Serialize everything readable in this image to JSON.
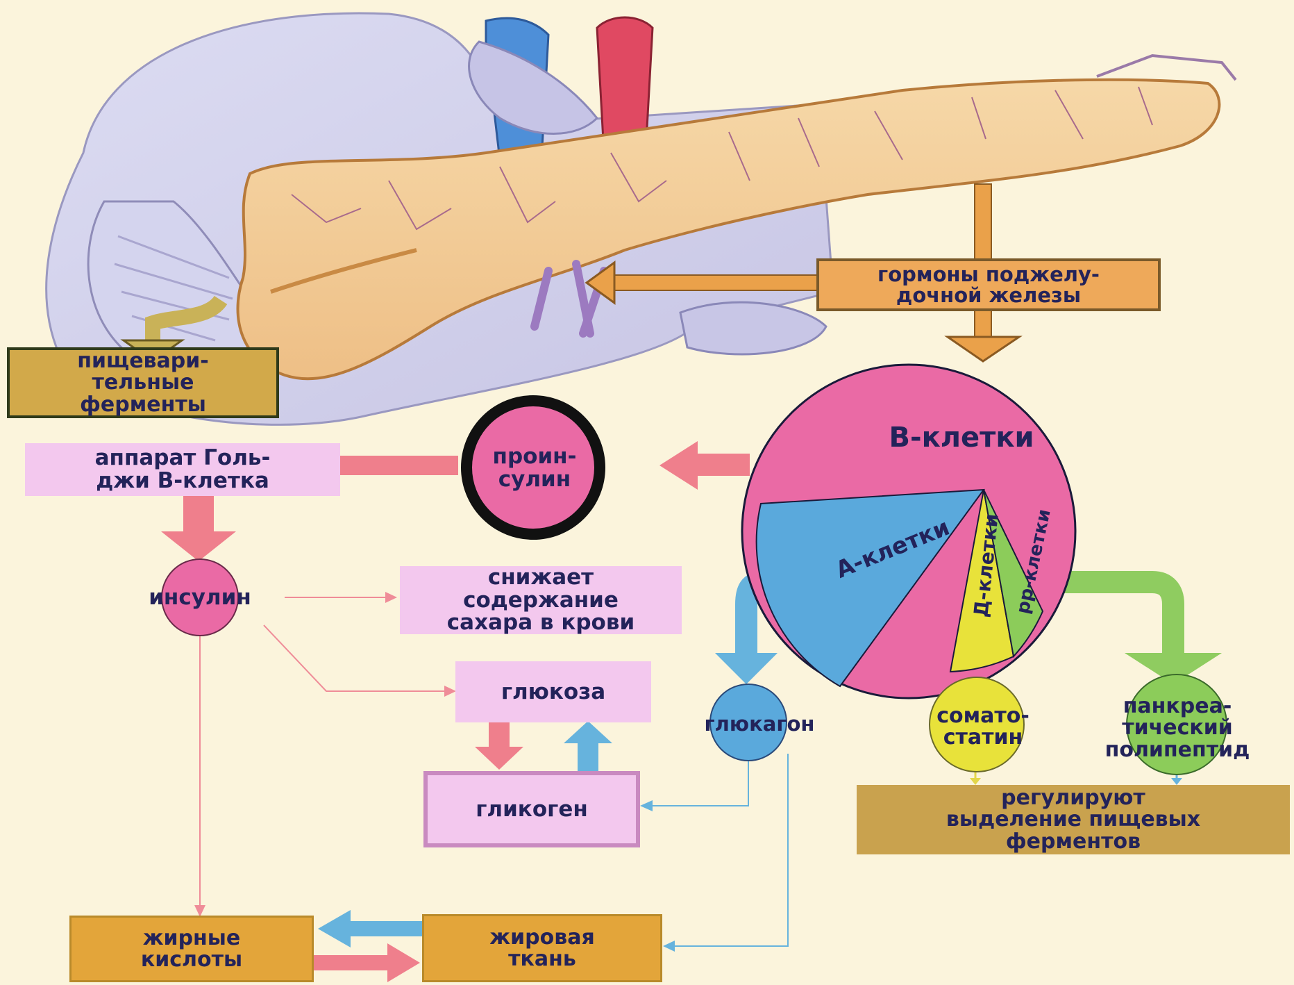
{
  "labels": {
    "digestive_enzymes": "пищевари-\nтельные\nферменты",
    "pancreatic_hormones": "гормоны поджелу-\nдочной железы",
    "golgi": "аппарат Голь-\nджи В-клетка",
    "proinsulin": "проин-\nсулин",
    "b_cells": "В-клетки",
    "a_cells": "А-клетки",
    "d_cells": "Д-клетки",
    "pp_cells": "рр-клетки",
    "insulin": "инсулин",
    "lowers_sugar": "снижает\nсодержание\nсахара в крови",
    "glucose": "глюкоза",
    "glycogen": "гликоген",
    "glucagon": "глюкагон",
    "somatostatin": "сомато-\nстатин",
    "pancreatic_polypeptide": "панкреа-\nтический\nполипептид",
    "regulate_enzymes": "регулируют\nвыделение пищевых\nферментов",
    "fatty_acids": "жирные\nкислоты",
    "adipose_tissue": "жировая\nткань"
  },
  "colors": {
    "background": "#fbf4dc",
    "pink_box": "#f3c8ee",
    "b_cells": "#ea6aa5",
    "a_cells": "#5aa9dc",
    "d_cells": "#e8e23a",
    "pp_cells": "#8ccc5a",
    "arrow_pink": "#ef7f8c",
    "arrow_blue": "#66b3dd",
    "arrow_yellow": "#e3d64a",
    "arrow_green": "#8fcc60",
    "text": "#23235a"
  }
}
